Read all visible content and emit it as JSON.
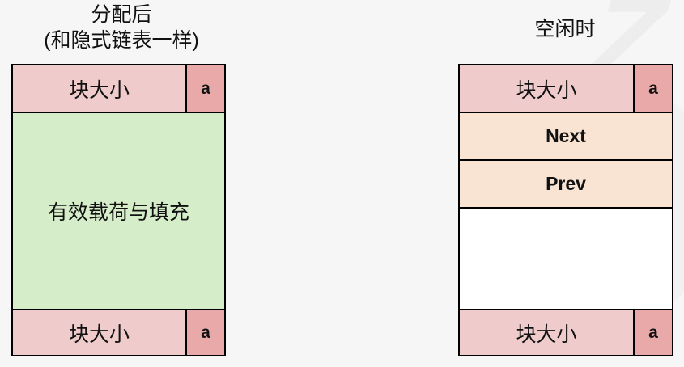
{
  "background_color": "#f6f6f6",
  "watermark": {
    "glyph": "Z",
    "color": "#ededed"
  },
  "colors": {
    "header_pink": "#efcbcb",
    "flag_pink": "#e9a9a9",
    "payload_green": "#d6edca",
    "pointer_peach": "#f9e3d3",
    "empty_white": "#ffffff",
    "border": "#000000",
    "text": "#111111"
  },
  "diagrams": [
    {
      "id": "allocated",
      "title_lines": [
        "分配后",
        "(和隐式链表一样)"
      ],
      "rows": [
        {
          "kind": "header",
          "size_label": "块大小",
          "flag_label": "a"
        },
        {
          "kind": "payload",
          "label": "有效载荷与填充"
        },
        {
          "kind": "footer",
          "size_label": "块大小",
          "flag_label": "a"
        }
      ]
    },
    {
      "id": "free",
      "title_lines": [
        "空闲时"
      ],
      "rows": [
        {
          "kind": "header",
          "size_label": "块大小",
          "flag_label": "a"
        },
        {
          "kind": "pointer",
          "label": "Next"
        },
        {
          "kind": "pointer",
          "label": "Prev"
        },
        {
          "kind": "empty",
          "label": ""
        },
        {
          "kind": "footer",
          "size_label": "块大小",
          "flag_label": "a"
        }
      ]
    }
  ]
}
